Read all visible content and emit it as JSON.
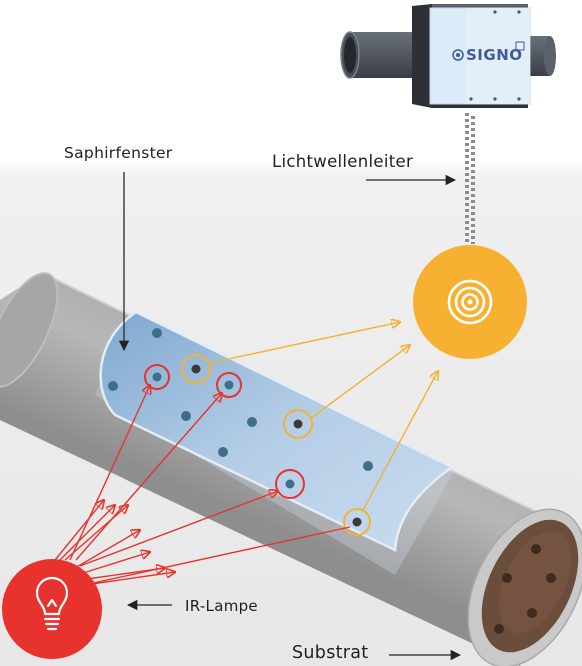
{
  "labels": {
    "sapphire_window": "Saphirfenster",
    "optical_fiber": "Lichtwellenleiter",
    "ir_lamp": "IR-Lampe",
    "substrate": "Substrat"
  },
  "device": {
    "brand": "SIGNO"
  },
  "colors": {
    "lamp": "#e8322d",
    "detector": "#f6b133",
    "ir_rays": "#e8322d",
    "reflected_rays": "#f3b234",
    "window": "#b4cde6",
    "pipe": "#9e9e9e",
    "substrate": "#6b4d3b",
    "sensor_body": "#3f444c",
    "sensor_window": "#dcebf8"
  },
  "icons": {
    "lamp": "lightbulb-icon",
    "detector": "concentric-rings-icon"
  }
}
